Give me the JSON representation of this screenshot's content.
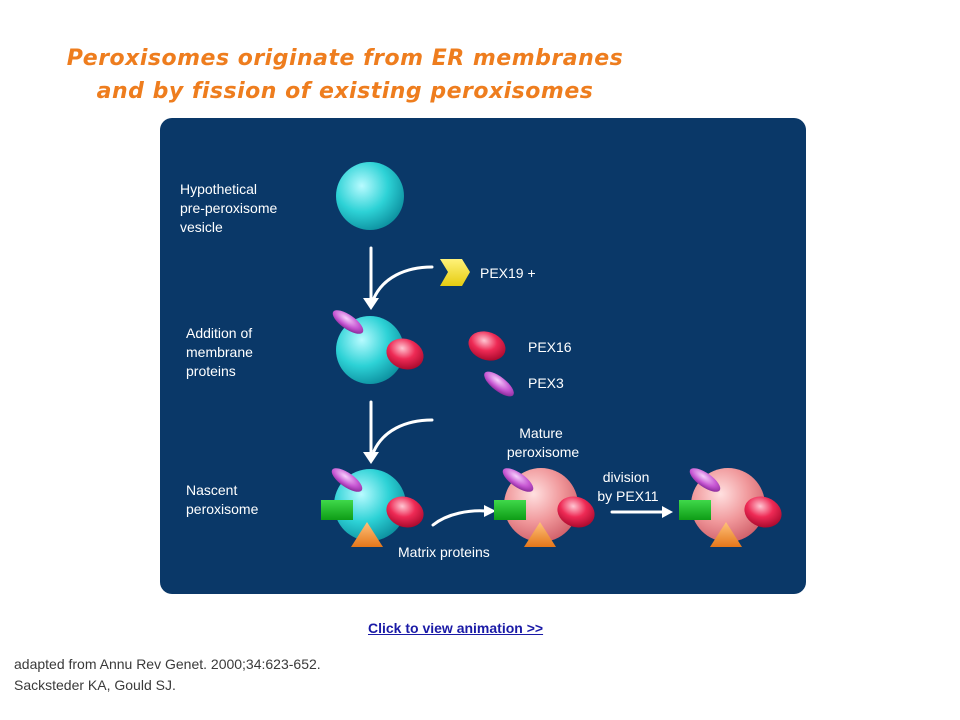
{
  "title": {
    "line1": "Peroxisomes originate from ER membranes",
    "line2": "and by fission of existing peroxisomes"
  },
  "diagram": {
    "labels": {
      "vesicle": [
        "Hypothetical",
        "pre-peroxisome",
        "vesicle"
      ],
      "addition": [
        "Addition of",
        "membrane",
        "proteins"
      ],
      "nascent": [
        "Nascent",
        "peroxisome"
      ],
      "mature": [
        "Mature",
        "peroxisome"
      ],
      "division": [
        "division",
        "by PEX11"
      ],
      "pex19": "PEX19 +",
      "pex16": "PEX16",
      "pex3": "PEX3",
      "matrix": "Matrix proteins"
    },
    "colors": {
      "background": "#0a3868",
      "vesicle": "#2dd2d6",
      "mature": "#f0979a",
      "pex16": "#ee2a55",
      "pex3": "#c757d3",
      "pex19": "#f2e21a",
      "green_protein": "#12b81a",
      "matrix_protein": "#f1912a",
      "arrow": "#ffffff"
    }
  },
  "animation_link": "Click to view animation >>",
  "credit": {
    "line1": "adapted from Annu Rev Genet. 2000;34:623-652.",
    "line2": "Sacksteder KA, Gould SJ."
  }
}
